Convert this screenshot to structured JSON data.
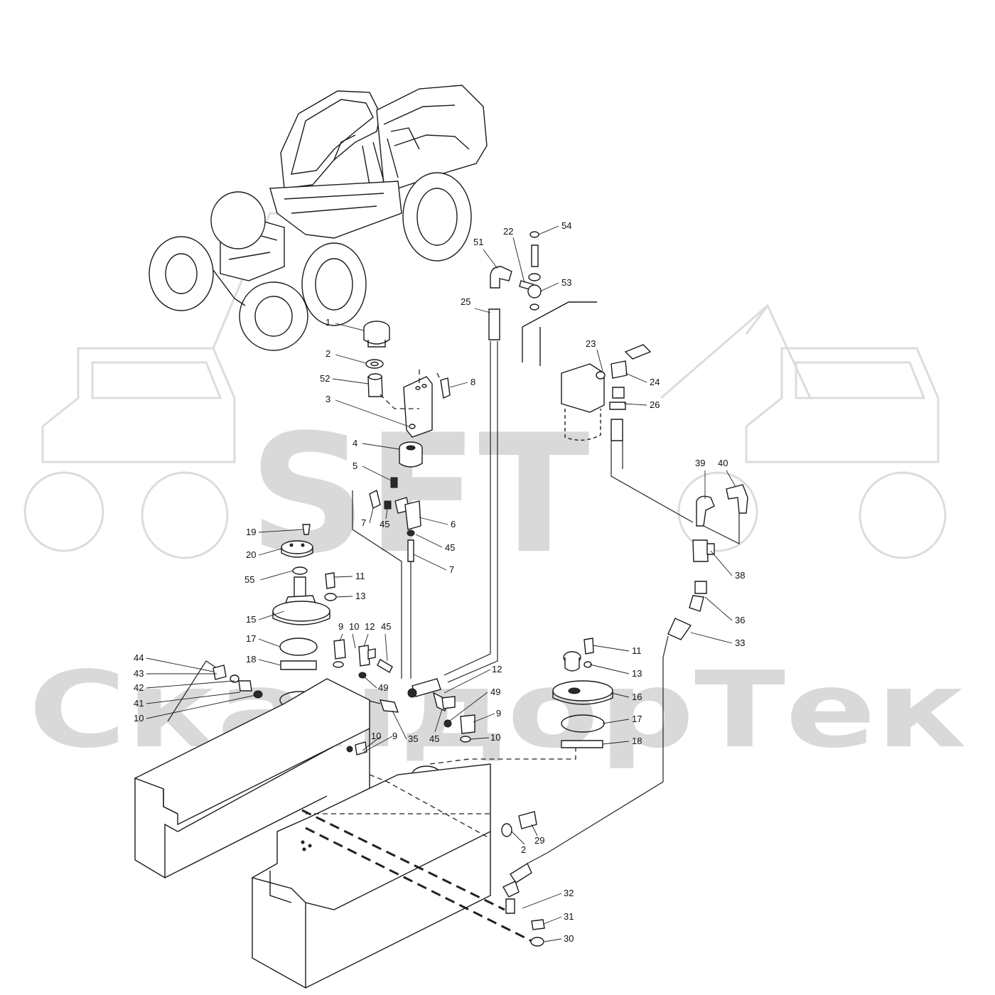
{
  "watermark": {
    "logo_text": "SFT",
    "brand_text": "СкандорТек"
  },
  "callouts": [
    {
      "label": "1"
    },
    {
      "label": "2"
    },
    {
      "label": "52"
    },
    {
      "label": "3"
    },
    {
      "label": "8"
    },
    {
      "label": "4"
    },
    {
      "label": "5"
    },
    {
      "label": "7"
    },
    {
      "label": "45"
    },
    {
      "label": "6"
    },
    {
      "label": "45"
    },
    {
      "label": "7"
    },
    {
      "label": "19"
    },
    {
      "label": "20"
    },
    {
      "label": "55"
    },
    {
      "label": "11"
    },
    {
      "label": "13"
    },
    {
      "label": "15"
    },
    {
      "label": "17"
    },
    {
      "label": "18"
    },
    {
      "label": "9"
    },
    {
      "label": "10"
    },
    {
      "label": "12"
    },
    {
      "label": "45"
    },
    {
      "label": "49"
    },
    {
      "label": "44"
    },
    {
      "label": "43"
    },
    {
      "label": "42"
    },
    {
      "label": "41"
    },
    {
      "label": "10"
    },
    {
      "label": "35"
    },
    {
      "label": "45"
    },
    {
      "label": "10"
    },
    {
      "label": "9"
    },
    {
      "label": "12"
    },
    {
      "label": "49"
    },
    {
      "label": "9"
    },
    {
      "label": "10"
    },
    {
      "label": "11"
    },
    {
      "label": "13"
    },
    {
      "label": "16"
    },
    {
      "label": "17"
    },
    {
      "label": "18"
    },
    {
      "label": "51"
    },
    {
      "label": "22"
    },
    {
      "label": "54"
    },
    {
      "label": "53"
    },
    {
      "label": "25"
    },
    {
      "label": "23"
    },
    {
      "label": "24"
    },
    {
      "label": "26"
    },
    {
      "label": "39"
    },
    {
      "label": "40"
    },
    {
      "label": "38"
    },
    {
      "label": "36"
    },
    {
      "label": "33"
    },
    {
      "label": "2"
    },
    {
      "label": "29"
    },
    {
      "label": "32"
    },
    {
      "label": "31"
    },
    {
      "label": "30"
    }
  ]
}
